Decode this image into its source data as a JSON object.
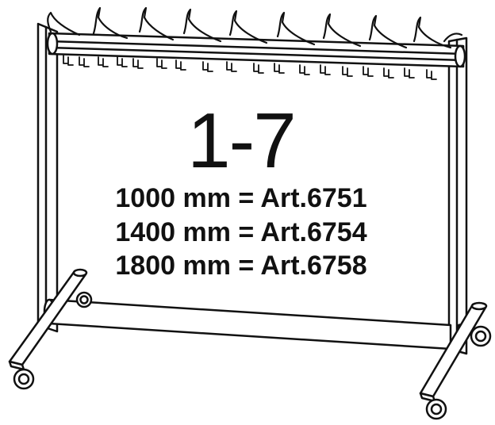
{
  "product": {
    "range_label": "1-7",
    "specs": [
      "1000 mm = Art.6751",
      "1400 mm = Art.6754",
      "1800 mm = Art.6758"
    ]
  },
  "colors": {
    "ink": "#111111",
    "paper": "#ffffff"
  },
  "icons": {
    "illustration": "garment-rack-on-casters"
  }
}
